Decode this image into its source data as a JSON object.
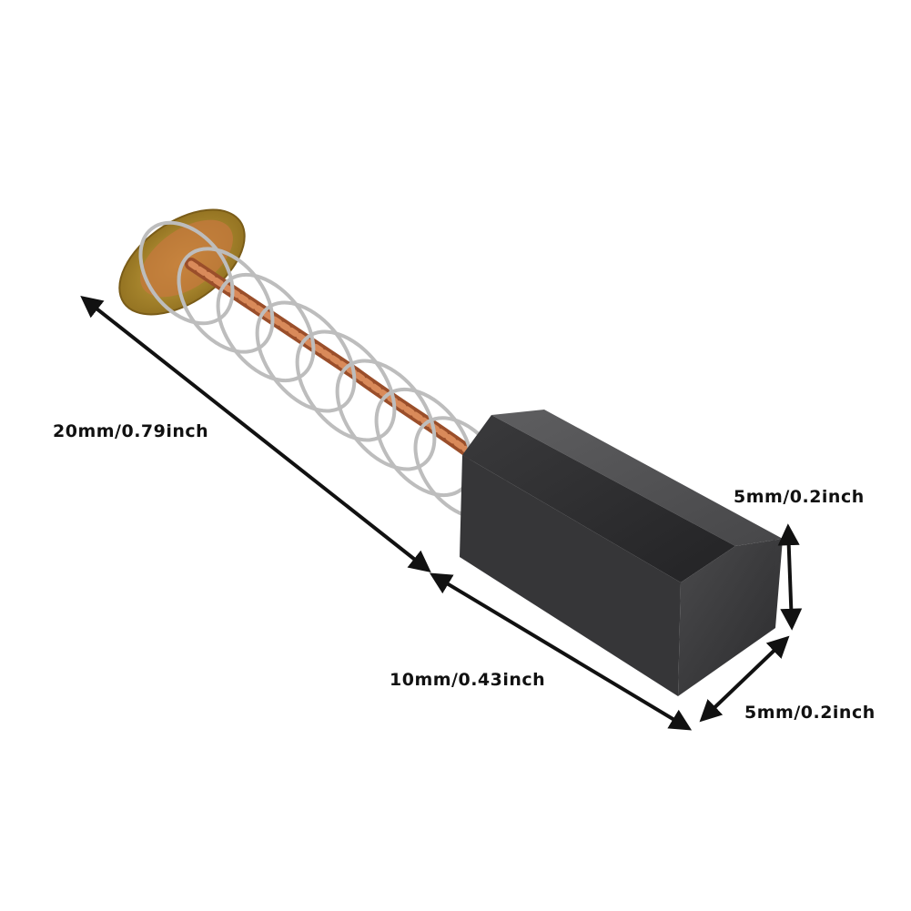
{
  "dimensions": {
    "total_length": "20mm/0.79inch",
    "height": "5mm/0.2inch",
    "block_length": "10mm/0.43inch",
    "width": "5mm/0.2inch"
  },
  "colors": {
    "background": "#ffffff",
    "carbon_block": "#3d3d3f",
    "spring": "#c9c9c9",
    "copper_wire": "#b8643a",
    "brass_cap": "#b8962e",
    "arrow": "#111111"
  },
  "icons": [
    "arrow-icon"
  ]
}
